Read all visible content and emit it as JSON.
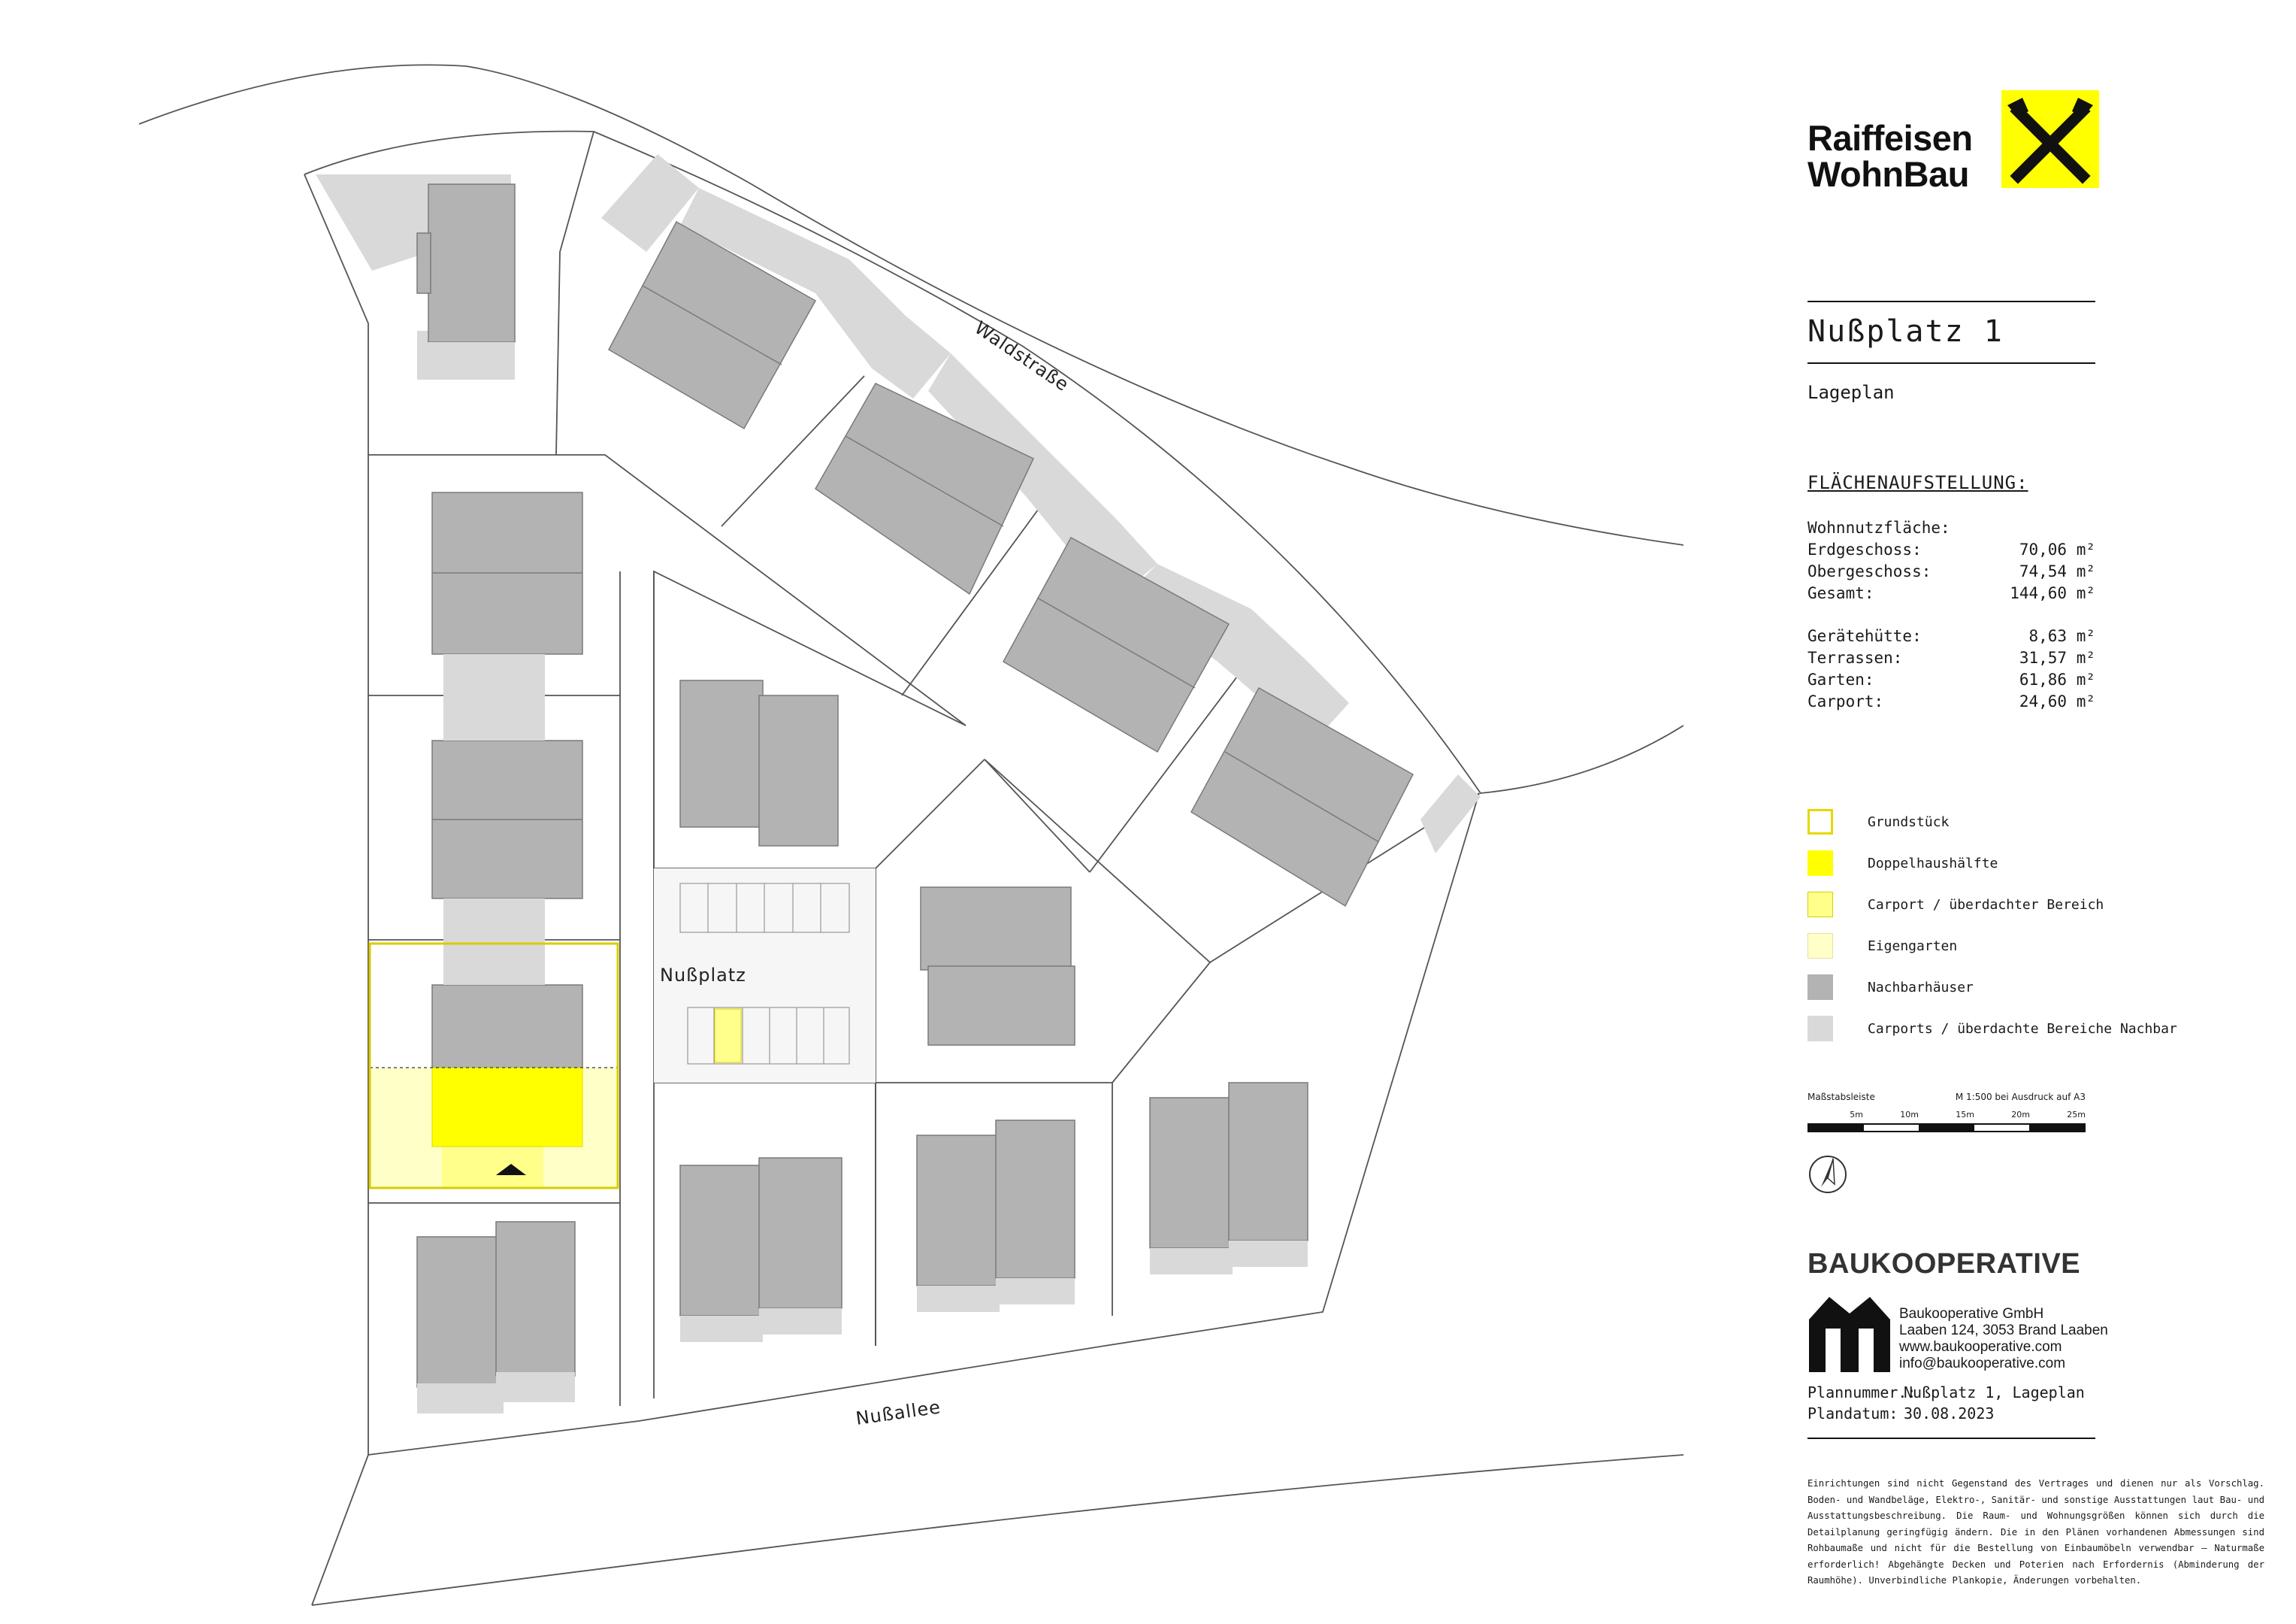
{
  "logo": {
    "line1": "Raiffeisen",
    "line2": "WohnBau",
    "color": "#ffff00"
  },
  "project": {
    "title": "Nußplatz 1",
    "subtitle": "Lageplan"
  },
  "areas": {
    "heading": "FLÄCHENAUFSTELLUNG:",
    "group_label": "Wohnnutzfläche:",
    "living": [
      {
        "label": "Erdgeschoss:",
        "value": "70,06 m²"
      },
      {
        "label": "Obergeschoss:",
        "value": "74,54 m²"
      },
      {
        "label": "Gesamt:",
        "value": "144,60 m²"
      }
    ],
    "other": [
      {
        "label": "Gerätehütte:",
        "value": "8,63 m²"
      },
      {
        "label": "Terrassen:",
        "value": "31,57 m²"
      },
      {
        "label": "Garten:",
        "value": "61,86 m²"
      },
      {
        "label": "Carport:",
        "value": "24,60 m²"
      }
    ]
  },
  "legend": [
    {
      "label": "Grundstück",
      "fill": "#ffffff",
      "stroke": "#e6d800"
    },
    {
      "label": "Doppelhaushälfte",
      "fill": "#ffff00",
      "stroke": "#ffff00"
    },
    {
      "label": "Carport / überdachter Bereich",
      "fill": "#ffff8a",
      "stroke": "#d8d000"
    },
    {
      "label": "Eigengarten",
      "fill": "#ffffc8",
      "stroke": "#e8e0a0"
    },
    {
      "label": "Nachbarhäuser",
      "fill": "#b3b3b3",
      "stroke": "#b3b3b3"
    },
    {
      "label": "Carports / überdachte Bereiche Nachbar",
      "fill": "#d9d9d9",
      "stroke": "#d9d9d9"
    }
  ],
  "scale_bar": {
    "title": "Maßstabsleiste",
    "note": "M 1:500 bei Ausdruck auf A3",
    "ticks": [
      "5m",
      "10m",
      "15m",
      "20m",
      "25m"
    ]
  },
  "streets": {
    "north": "Waldstraße",
    "south": "Nußallee",
    "square": "Nußplatz"
  },
  "company": {
    "brand": "BAUKOOPERATIVE",
    "name": "Baukooperative GmbH",
    "address": "Laaben 124, 3053 Brand Laaben",
    "web": "www.baukooperative.com",
    "email": "info@baukooperative.com"
  },
  "plan_info": [
    {
      "key": "Plannummer.:",
      "value": "Nußplatz 1, Lageplan"
    },
    {
      "key": "Plandatum:",
      "value": "30.08.2023"
    }
  ],
  "disclaimer": "Einrichtungen sind nicht Gegenstand des Vertrages und dienen nur als Vorschlag. Boden- und Wandbeläge, Elektro-, Sanitär- und sonstige Ausstattungen laut Bau- und Ausstattungsbeschreibung. Die Raum- und Wohnungsgrößen können sich durch die Detailplanung geringfügig ändern. Die in den Plänen vorhandenen Abmessungen sind Rohbaumaße und nicht für die Bestellung von Einbaumöbeln verwendbar – Naturmaße erforderlich! Abgehängte Decken und Poterien nach Erfordernis (Abminderung der Raumhöhe). Unverbindliche Plankopie, Änderungen vorbehalten."
}
